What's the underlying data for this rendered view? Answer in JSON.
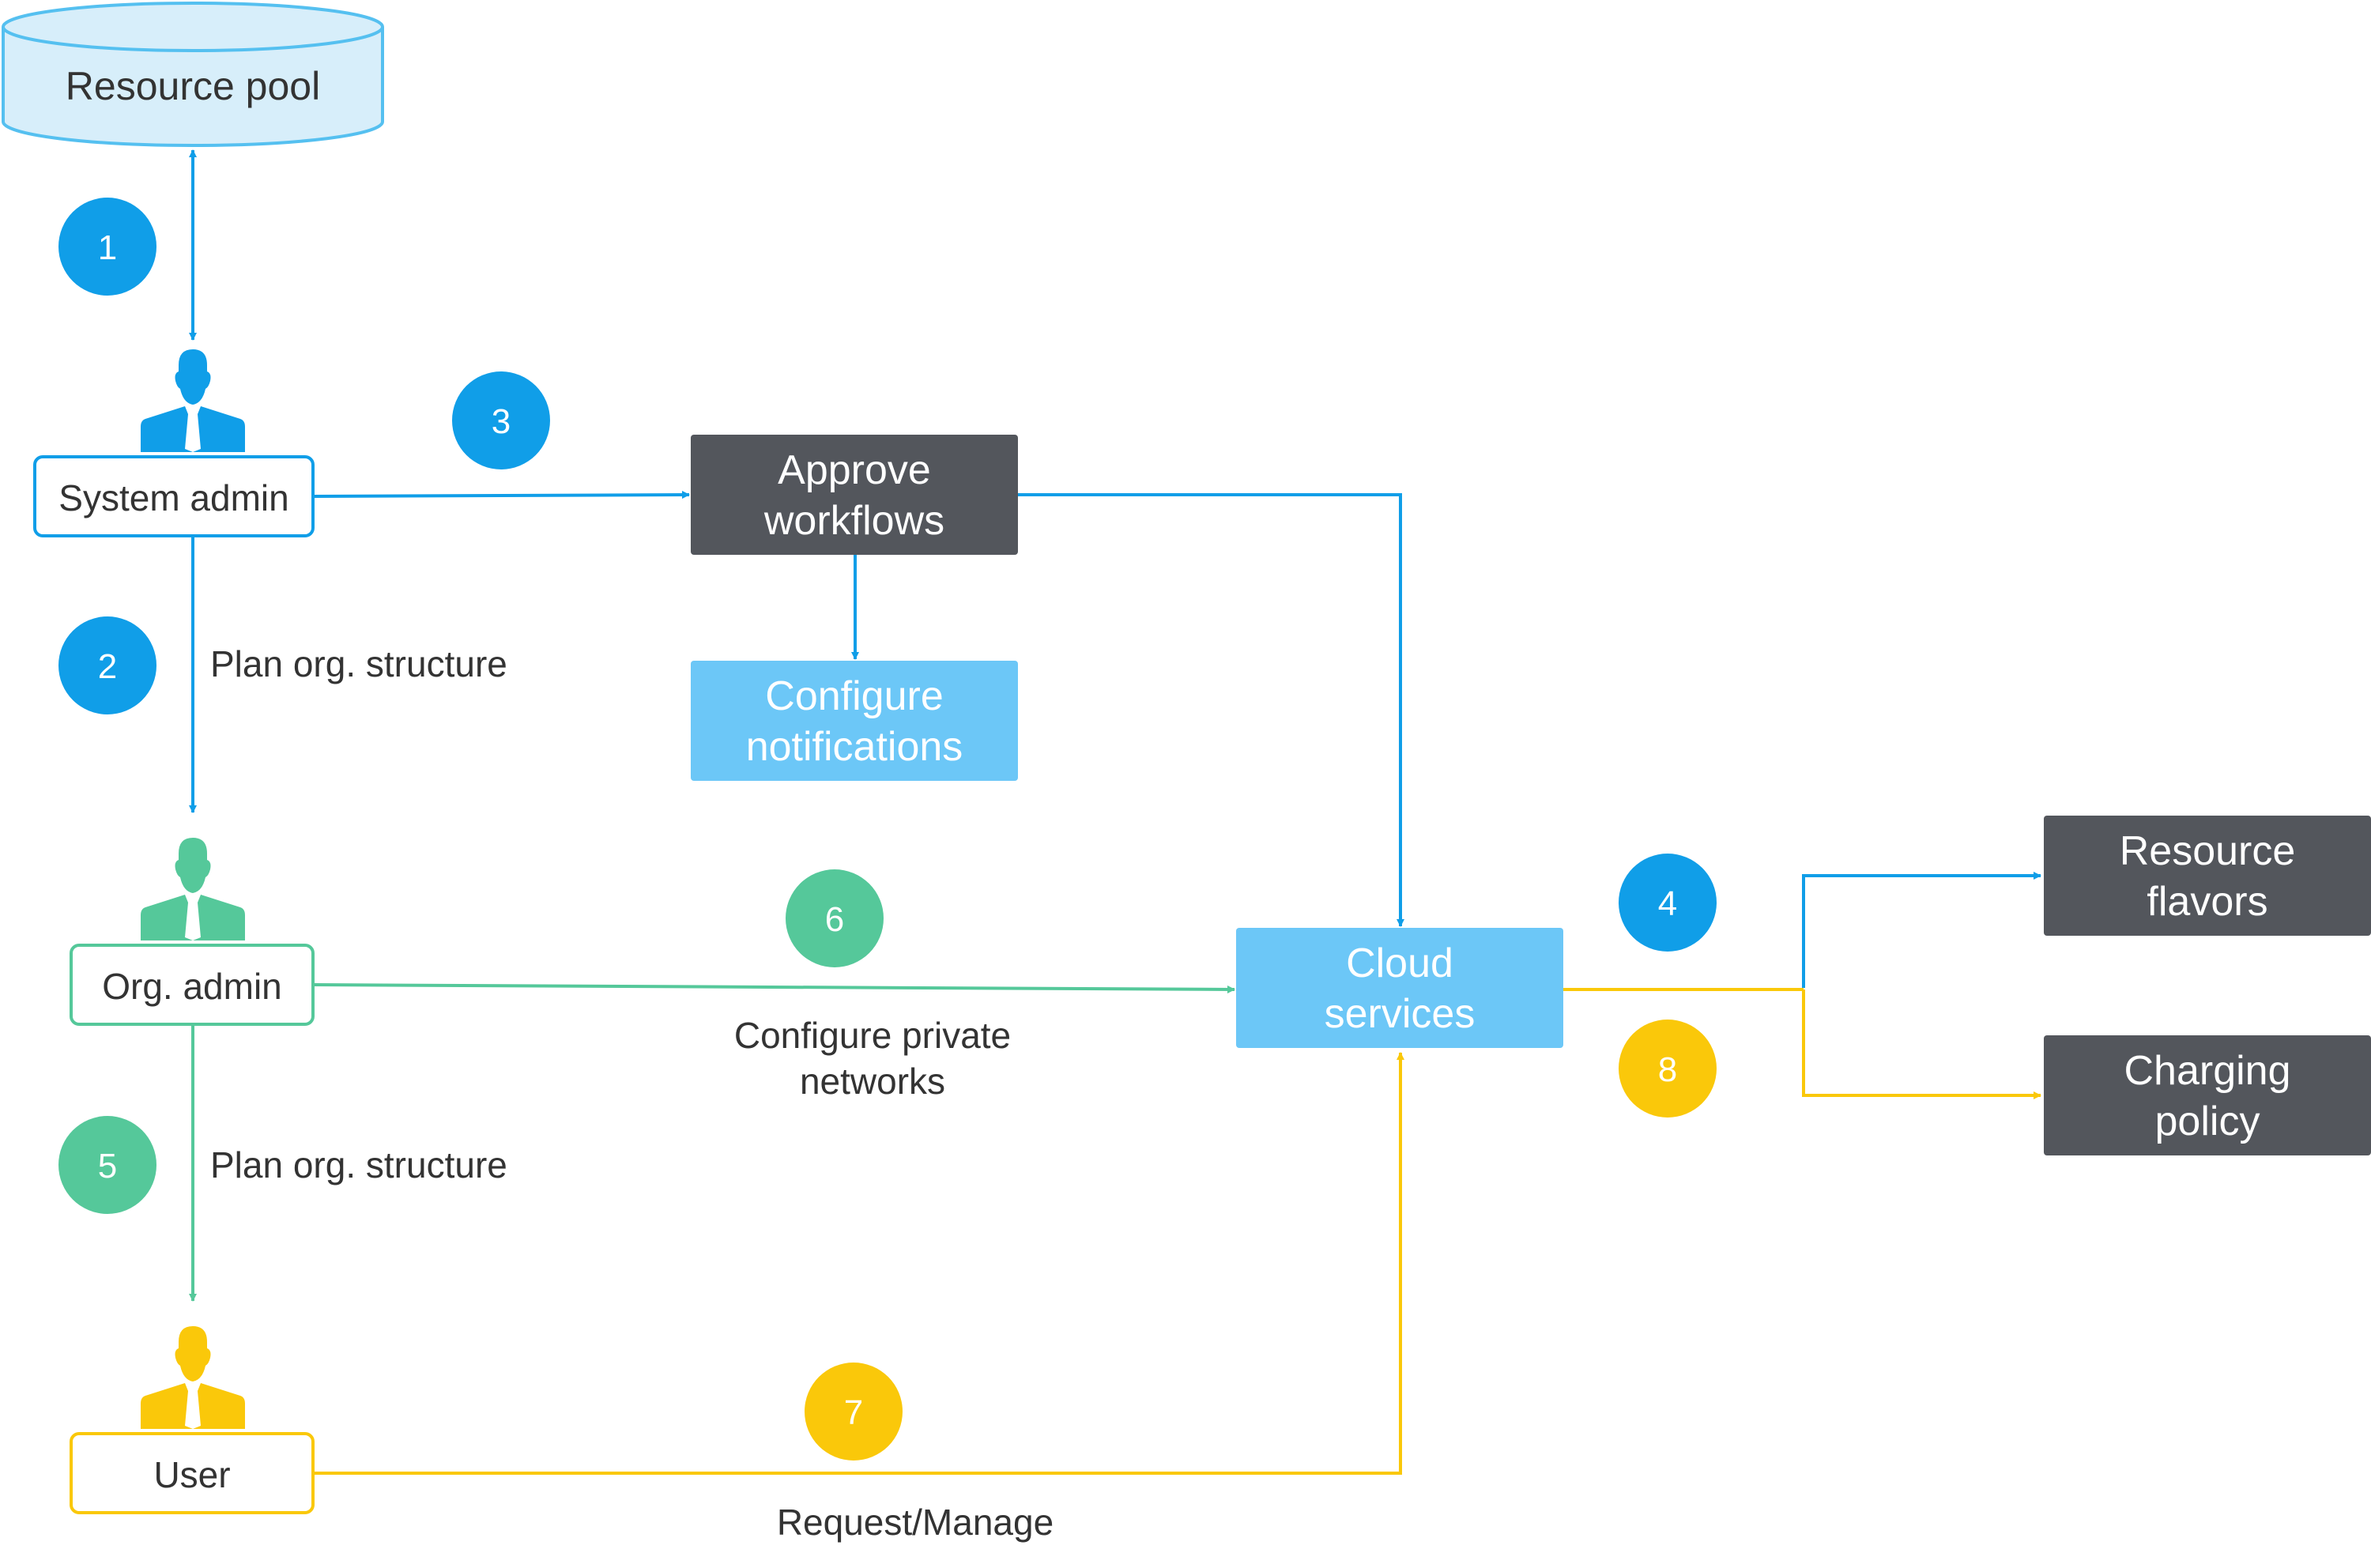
{
  "colors": {
    "blue": "#109EE8",
    "green": "#55C89A",
    "yellow": "#FAC80A",
    "dark_box": "#53565C",
    "light_box": "#6CC7F7",
    "pool_fill": "#D7EEFA",
    "pool_stroke": "#55C0F0",
    "text": "#333333"
  },
  "icons": {
    "person": "person-icon",
    "arrowhead": "arrowhead-icon"
  },
  "resource_pool": {
    "label": "Resource pool"
  },
  "actors": {
    "system_admin": {
      "label": "System admin"
    },
    "org_admin": {
      "label": "Org. admin"
    },
    "user": {
      "label": "User"
    }
  },
  "boxes": {
    "approve_workflows": {
      "line1": "Approve",
      "line2": "workflows"
    },
    "configure_notifications": {
      "line1": "Configure",
      "line2": "notifications"
    },
    "cloud_services": {
      "line1": "Cloud",
      "line2": "services"
    },
    "resource_flavors": {
      "line1": "Resource",
      "line2": "flavors"
    },
    "charging_policy": {
      "line1": "Charging",
      "line2": "policy"
    }
  },
  "steps": [
    "1",
    "2",
    "3",
    "4",
    "5",
    "6",
    "7",
    "8"
  ],
  "edge_labels": {
    "plan_org_structure_1": "Plan org. structure",
    "plan_org_structure_2": "Plan org. structure",
    "configure_private_networks_1": "Configure private",
    "configure_private_networks_2": "networks",
    "request_manage": "Request/Manage"
  }
}
